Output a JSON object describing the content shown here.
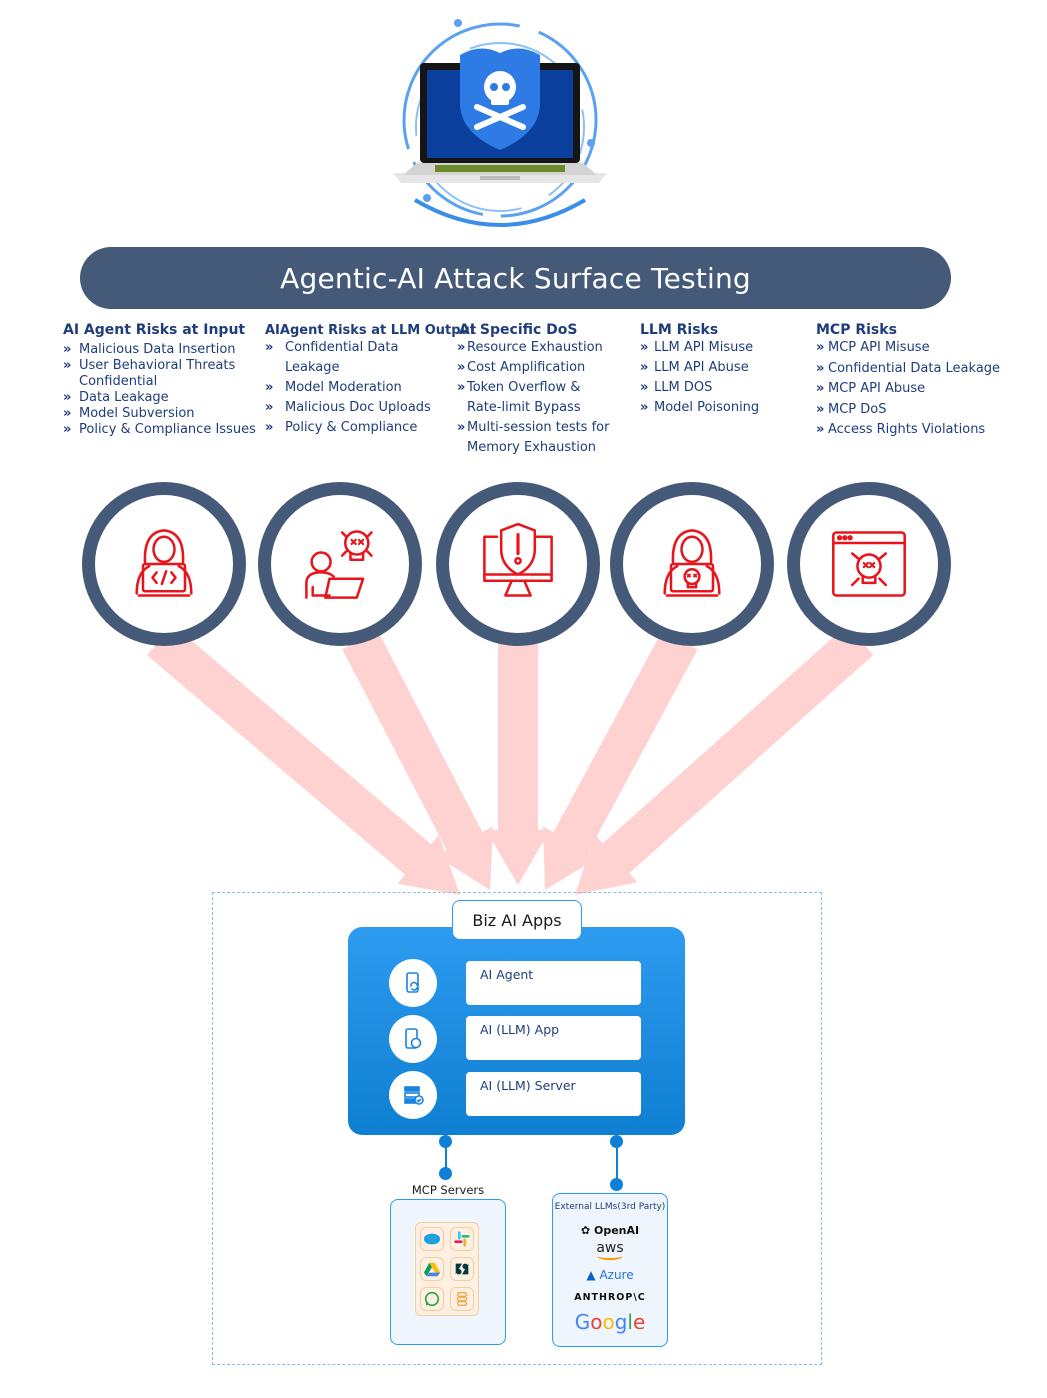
{
  "banner": {
    "title": "Agentic-AI Attack Surface Testing"
  },
  "hero": {
    "icon": "laptop-shield-skull-icon"
  },
  "risk_columns": [
    {
      "title": "AI Agent Risks at Input",
      "items": [
        "Malicious Data Insertion",
        "User Behavioral Threats\nConfidential",
        "Data Leakage",
        "Model Subversion",
        "Policy & Compliance Issues"
      ],
      "icon": "hacker-code-laptop-icon"
    },
    {
      "title": "AIAgent Risks at LLM Output",
      "items": [
        "Confidential Data\nLeakage",
        "Model Moderation",
        "Malicious Doc Uploads",
        "Policy & Compliance"
      ],
      "icon": "user-laptop-skull-icon"
    },
    {
      "title": "AI Specific DoS",
      "items": [
        "Resource Exhaustion",
        "Cost Amplification",
        "Token Overflow &\nRate-limit Bypass",
        "Multi-session tests for\nMemory Exhaustion"
      ],
      "icon": "monitor-shield-alert-icon"
    },
    {
      "title": "LLM Risks",
      "items": [
        "LLM API Misuse",
        "LLM API Abuse",
        "LLM DOS",
        "Model Poisoning"
      ],
      "icon": "hacker-skull-laptop-icon"
    },
    {
      "title": "MCP Risks",
      "items": [
        "MCP API Misuse",
        "Confidential Data Leakage",
        "MCP API Abuse",
        "MCP DoS",
        "Access Rights Violations"
      ],
      "icon": "browser-skull-icon"
    }
  ],
  "colors": {
    "banner": "#455a78",
    "heading_text": "#1f3d7a",
    "risk_icon": "#e8141b",
    "arrow": "#ffd2d2",
    "panel_blue": "#2d9bf0"
  },
  "biz_apps": {
    "title": "Biz AI Apps",
    "rows": [
      {
        "label": "AI Agent",
        "icon": "phone-sync-icon"
      },
      {
        "label": "AI (LLM) App",
        "icon": "phone-circle-icon"
      },
      {
        "label": "AI (LLM) Server",
        "icon": "server-check-icon"
      }
    ]
  },
  "mcp_servers": {
    "title": "MCP Servers",
    "logos": [
      "salesforce-logo",
      "slack-logo",
      "google-drive-logo",
      "zendesk-logo",
      "whatsapp-logo",
      "database-icon"
    ]
  },
  "external_llms": {
    "title": "External LLMs(3rd Party)",
    "brands": [
      "OpenAI",
      "aws",
      "Azure",
      "ANTHROP\\C",
      "Google"
    ]
  }
}
